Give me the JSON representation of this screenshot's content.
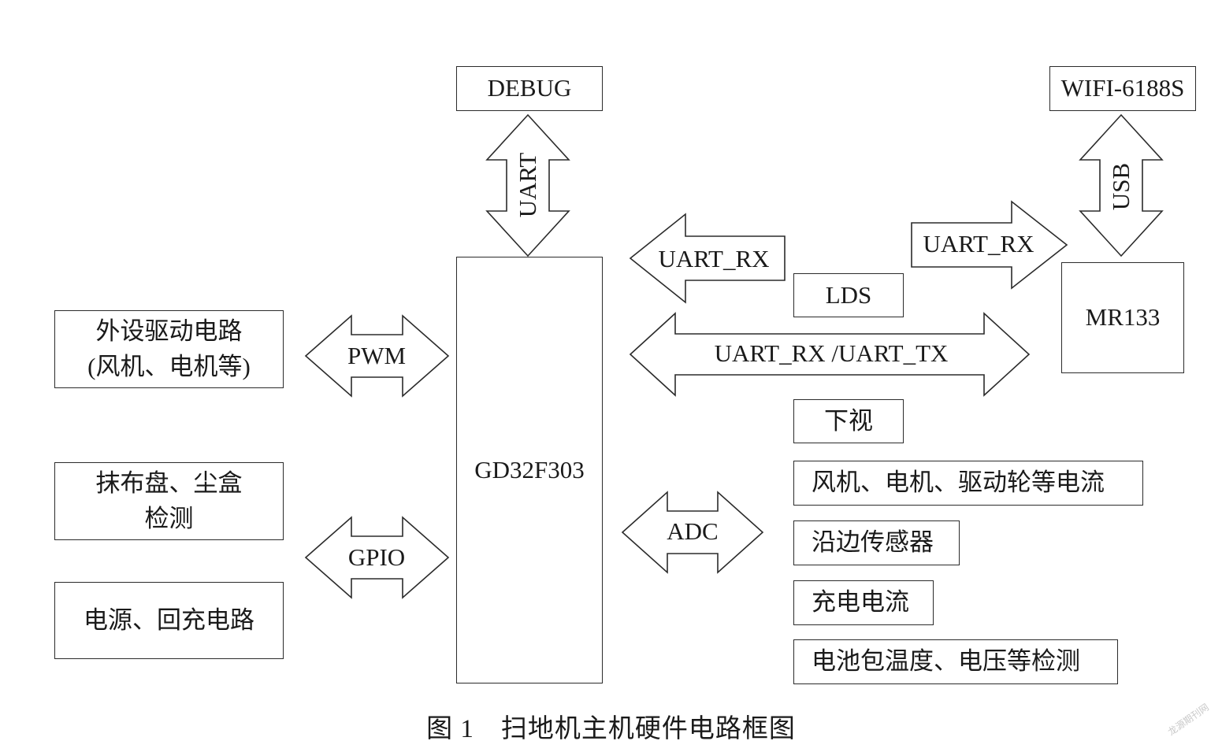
{
  "blocks": {
    "debug": "DEBUG",
    "wifi": "WIFI-6188S",
    "mcu": "GD32F303",
    "lds": "LDS",
    "mr133": "MR133",
    "peripheral_line1": "外设驱动电路",
    "peripheral_line2": "(风机、电机等)",
    "mop_line1": "抹布盘、尘盒",
    "mop_line2": "检测",
    "power": "电源、回充电路",
    "downview": "下视",
    "fan_current": "风机、电机、驱动轮等电流",
    "edge_sensor": "沿边传感器",
    "charge_current": "充电电流",
    "battery": "电池包温度、电压等检测"
  },
  "links": {
    "uart": "UART",
    "usb": "USB",
    "uart_rx_left": "UART_RX",
    "uart_rx_right": "UART_RX",
    "uart_rx_tx": "UART_RX /UART_TX",
    "pwm": "PWM",
    "gpio": "GPIO",
    "adc": "ADC"
  },
  "caption": "图 1　扫地机主机硬件电路框图",
  "watermark": "龙源期刊网",
  "colors": {
    "stroke": "#2b2b2b",
    "text": "#1a1a1a",
    "background": "#ffffff"
  }
}
